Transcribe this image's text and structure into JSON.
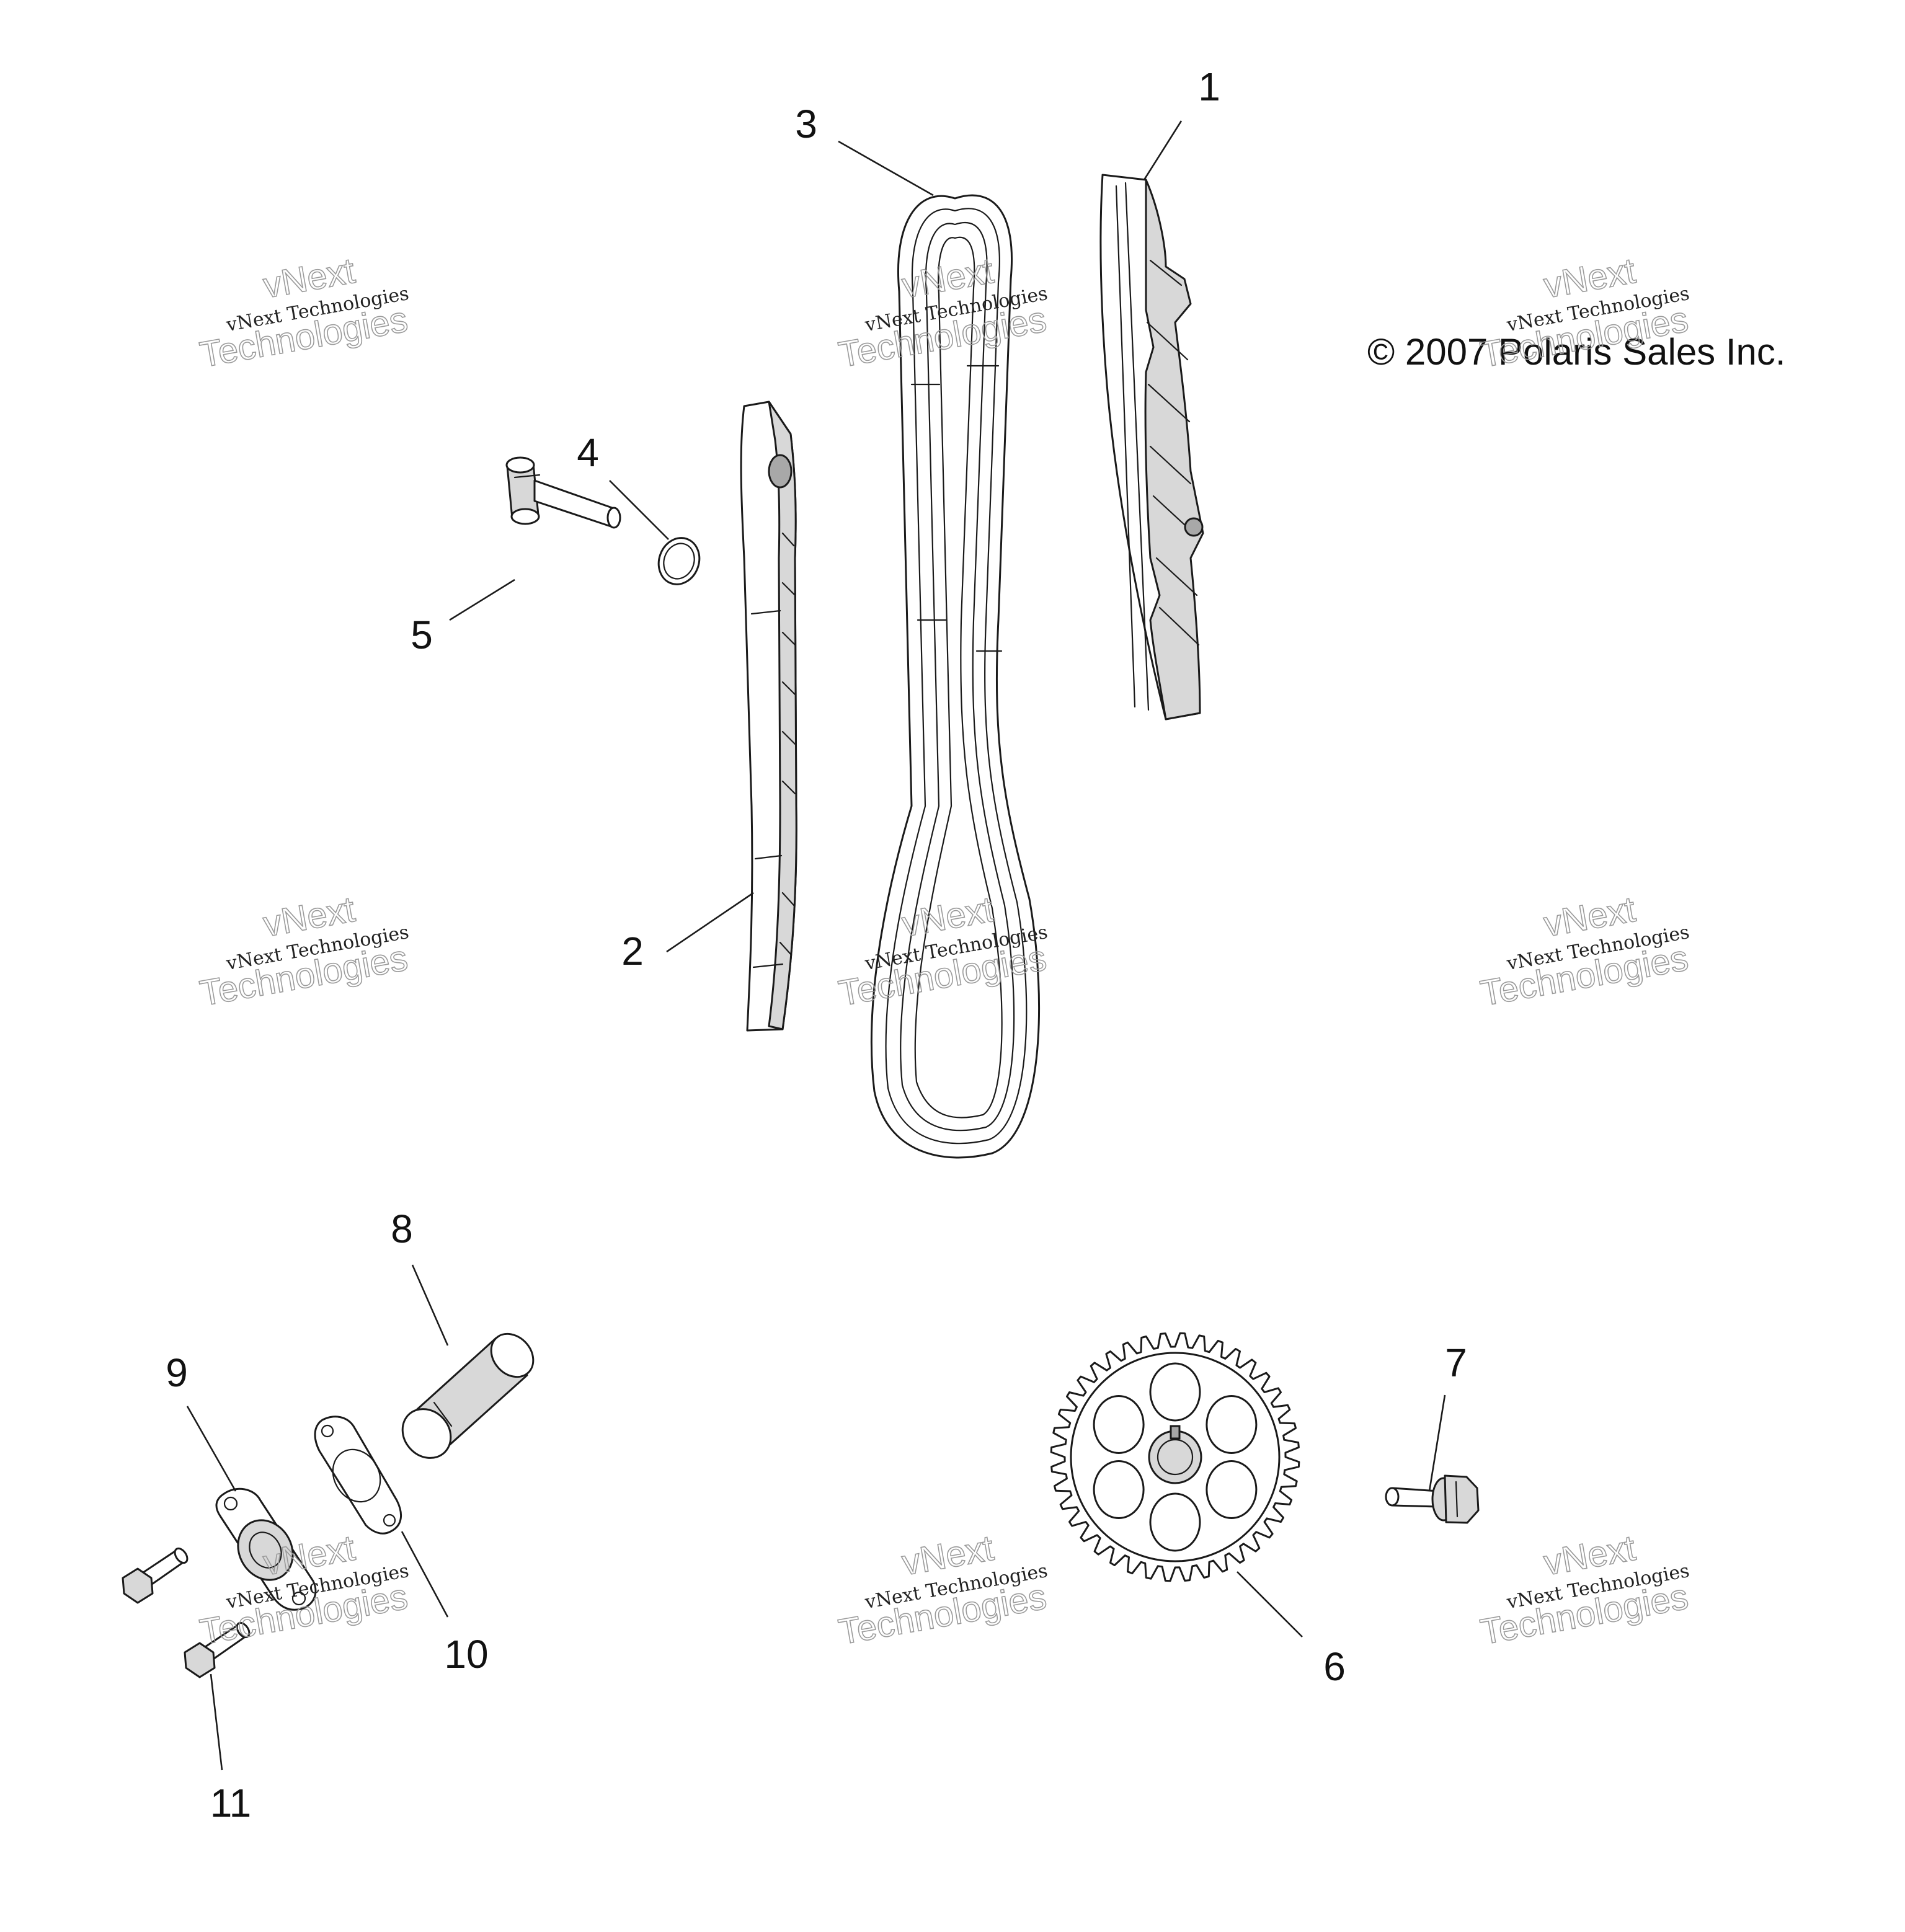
{
  "copyright": "© 2007 Polaris Sales Inc.",
  "callouts": [
    "1",
    "2",
    "3",
    "4",
    "5",
    "6",
    "7",
    "8",
    "9",
    "10",
    "11"
  ],
  "watermark": {
    "small": "vNext Technologies",
    "big_top": "vNext",
    "big_bottom": "Technologies"
  }
}
